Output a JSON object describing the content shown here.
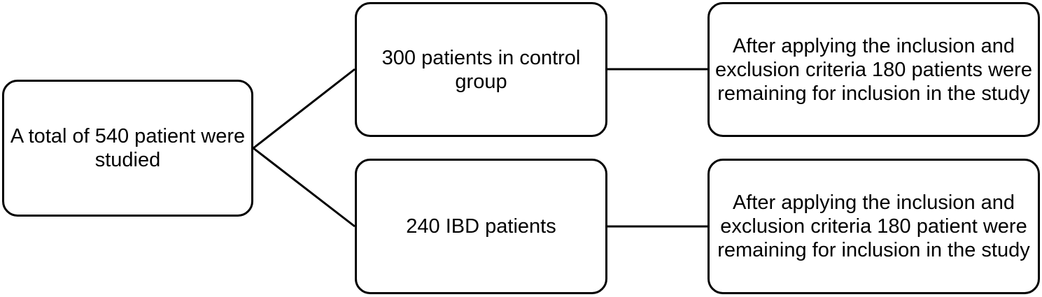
{
  "nodes": {
    "total": {
      "text": "A total of 540 patient were studied"
    },
    "control_group": {
      "text": "300 patients in control group"
    },
    "ibd_group": {
      "text": "240 IBD patients"
    },
    "control_result": {
      "text": "After applying the inclusion and exclusion criteria 180 patients were remaining for inclusion in the study"
    },
    "ibd_result": {
      "text": "After applying the inclusion and exclusion criteria 180 patient were remaining for inclusion in the study"
    }
  },
  "edges": [
    {
      "from": "total",
      "to": "control_group"
    },
    {
      "from": "total",
      "to": "ibd_group"
    },
    {
      "from": "control_group",
      "to": "control_result"
    },
    {
      "from": "ibd_group",
      "to": "ibd_result"
    }
  ],
  "colors": {
    "stroke": "#000000",
    "background": "#ffffff"
  }
}
